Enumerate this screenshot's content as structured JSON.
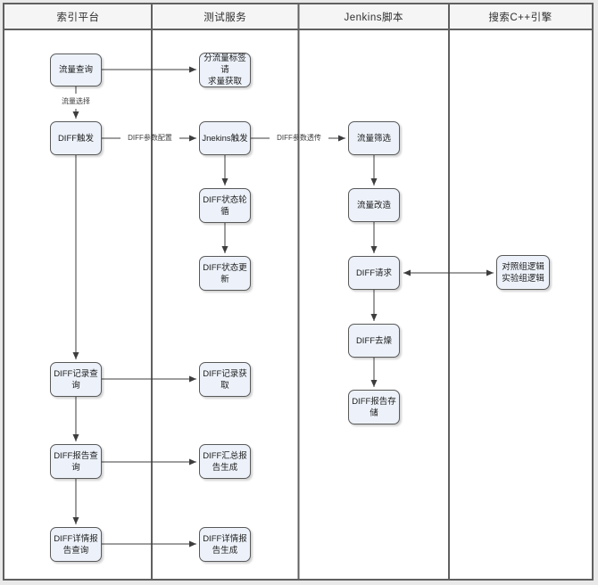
{
  "lanes": [
    {
      "title": "索引平台"
    },
    {
      "title": "测试服务"
    },
    {
      "title": "Jenkins脚本"
    },
    {
      "title": "搜索C++引擎"
    }
  ],
  "nodes": {
    "traffic_query": {
      "label": "流量查询"
    },
    "diff_trigger": {
      "label": "DIFF触发"
    },
    "diff_record_query": {
      "label": "DIFF记录查\n询"
    },
    "diff_report_query": {
      "label": "DIFF报告查\n询"
    },
    "diff_detail_report_query": {
      "label": "DIFF详情报\n告查询"
    },
    "split_traffic_label": {
      "label": "分流量标签请\n求量获取"
    },
    "jnekins_trigger": {
      "label": "Jnekins触发"
    },
    "diff_status_poll": {
      "label": "DIFF状态轮\n循"
    },
    "diff_status_update": {
      "label": "DIFF状态更\n新"
    },
    "diff_record_fetch": {
      "label": "DIFF记录获\n取"
    },
    "diff_summary_report": {
      "label": "DIFF汇总报\n告生成"
    },
    "diff_detail_report_gen": {
      "label": "DIFF详情报\n告生成"
    },
    "traffic_filter": {
      "label": "流量筛选"
    },
    "traffic_transform": {
      "label": "流量改造"
    },
    "diff_request": {
      "label": "DIFF请求"
    },
    "diff_denoise": {
      "label": "DIFF去燥"
    },
    "diff_report_store": {
      "label": "DIFF报告存\n储"
    },
    "control_exp_logic": {
      "label": "对照组逻辑\n实验组逻辑"
    }
  },
  "edge_labels": {
    "traffic_select": "流量选择",
    "diff_param_config": "DIFF参数配置",
    "diff_param_pass": "DIFF参数透传"
  },
  "colors": {
    "node_fill": "#edf2fa",
    "node_border": "#595959",
    "lane_header_bg": "#f5f5f5",
    "frame_border": "#606060",
    "arrow": "#3d3d3d",
    "canvas_bg": "#ffffff"
  }
}
